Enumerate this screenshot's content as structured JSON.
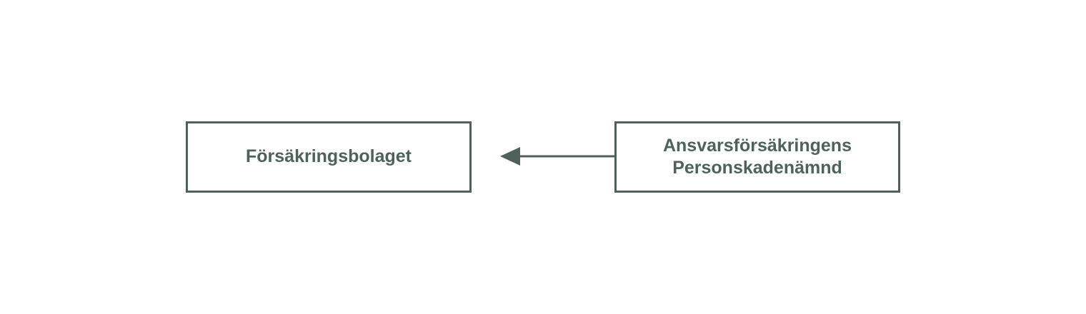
{
  "diagram": {
    "nodes": {
      "left": {
        "label": "Försäkringsbolaget"
      },
      "right": {
        "label": "Ansvarsförsäkringens\nPersonskadenämnd"
      }
    },
    "edges": [
      {
        "from": "right",
        "to": "left",
        "label": ""
      }
    ]
  },
  "colors": {
    "stroke": "#4f6259",
    "text": "#4f6259",
    "background": "#ffffff"
  }
}
